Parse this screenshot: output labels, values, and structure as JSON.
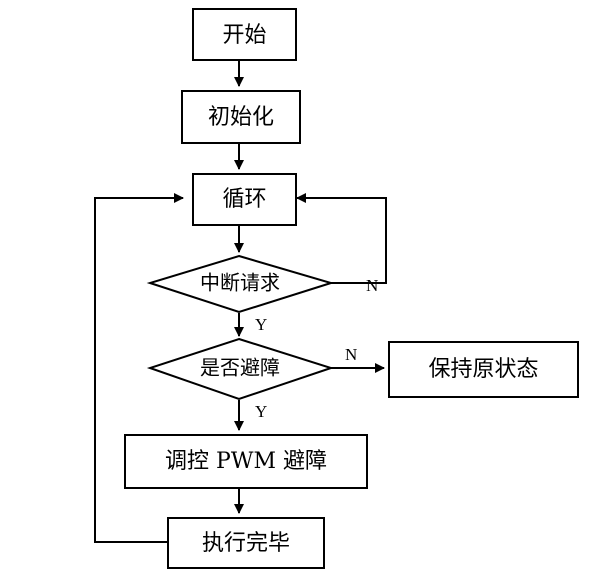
{
  "flowchart": {
    "nodes": {
      "start": "开始",
      "init": "初始化",
      "loop": "循环",
      "interrupt": "中断请求",
      "avoid_check": "是否避障",
      "keep_state": "保持原状态",
      "pwm_control": "调控 PWM 避障",
      "done": "执行完毕"
    },
    "labels": {
      "interrupt_no": "N",
      "interrupt_yes": "Y",
      "avoid_no": "N",
      "avoid_yes": "Y"
    }
  }
}
